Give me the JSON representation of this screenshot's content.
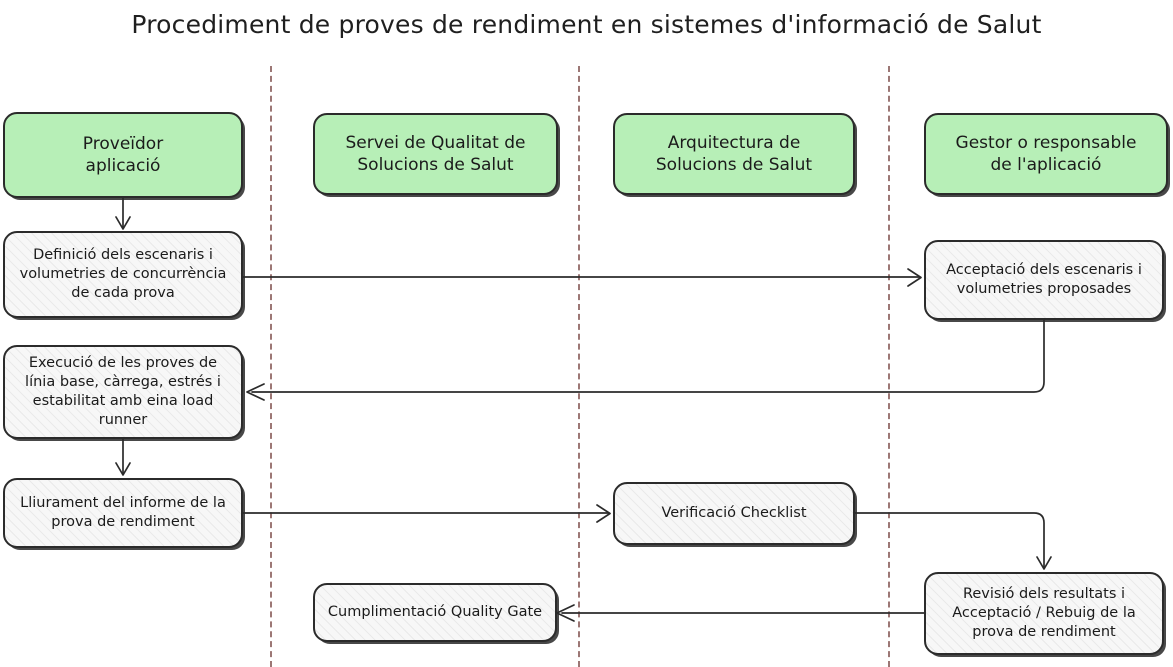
{
  "title": "Procediment de proves de rendiment en sistemes d'informació de Salut",
  "colors": {
    "lane_header_fill": "#b7efb7",
    "process_fill": "#f7f7f7",
    "stroke": "#2b2b2b",
    "lane_divider": "#97706e",
    "title_text": "#1f1f1f"
  },
  "lanes": [
    {
      "id": "lane-proveidor",
      "header": "Proveïdor\naplicació"
    },
    {
      "id": "lane-qualitat",
      "header": "Servei de Qualitat de\nSolucions de Salut"
    },
    {
      "id": "lane-arquitectura",
      "header": "Arquitectura de\nSolucions de Salut"
    },
    {
      "id": "lane-gestor",
      "header": "Gestor o responsable\nde l'aplicació"
    }
  ],
  "lane_dividers": [
    270,
    578,
    888
  ],
  "nodes": [
    {
      "id": "node-definicio",
      "lane": "lane-proveidor",
      "label": "Definició dels escenaris  i\nvolumetries de concurrència\nde cada prova"
    },
    {
      "id": "node-acceptacio",
      "lane": "lane-gestor",
      "label": "Acceptació dels escenaris i\nvolumetries proposades"
    },
    {
      "id": "node-execucio",
      "lane": "lane-proveidor",
      "label": "Execució de les proves de\nlínia base, càrrega, estrés i\nestabilitat amb eina load\nrunner"
    },
    {
      "id": "node-lliurament",
      "lane": "lane-proveidor",
      "label": "Lliurament del informe de la\nprova de rendiment"
    },
    {
      "id": "node-verificacio",
      "lane": "lane-arquitectura",
      "label": "Verificació Checklist"
    },
    {
      "id": "node-revisio",
      "lane": "lane-gestor",
      "label": "Revisió dels resultats i\nAcceptació / Rebuig de la\nprova de rendiment"
    },
    {
      "id": "node-quality-gate",
      "lane": "lane-qualitat",
      "label": "Cumplimentació Quality Gate"
    }
  ],
  "edges": [
    {
      "id": "edge-header-to-definicio",
      "from": "lane-proveidor",
      "to": "node-definicio"
    },
    {
      "id": "edge-definicio-to-acceptacio",
      "from": "node-definicio",
      "to": "node-acceptacio"
    },
    {
      "id": "edge-acceptacio-to-execucio",
      "from": "node-acceptacio",
      "to": "node-execucio"
    },
    {
      "id": "edge-execucio-to-lliurament",
      "from": "node-execucio",
      "to": "node-lliurament"
    },
    {
      "id": "edge-lliurament-to-verificacio",
      "from": "node-lliurament",
      "to": "node-verificacio"
    },
    {
      "id": "edge-verificacio-to-revisio",
      "from": "node-verificacio",
      "to": "node-revisio"
    },
    {
      "id": "edge-revisio-to-quality-gate",
      "from": "node-revisio",
      "to": "node-quality-gate"
    }
  ]
}
